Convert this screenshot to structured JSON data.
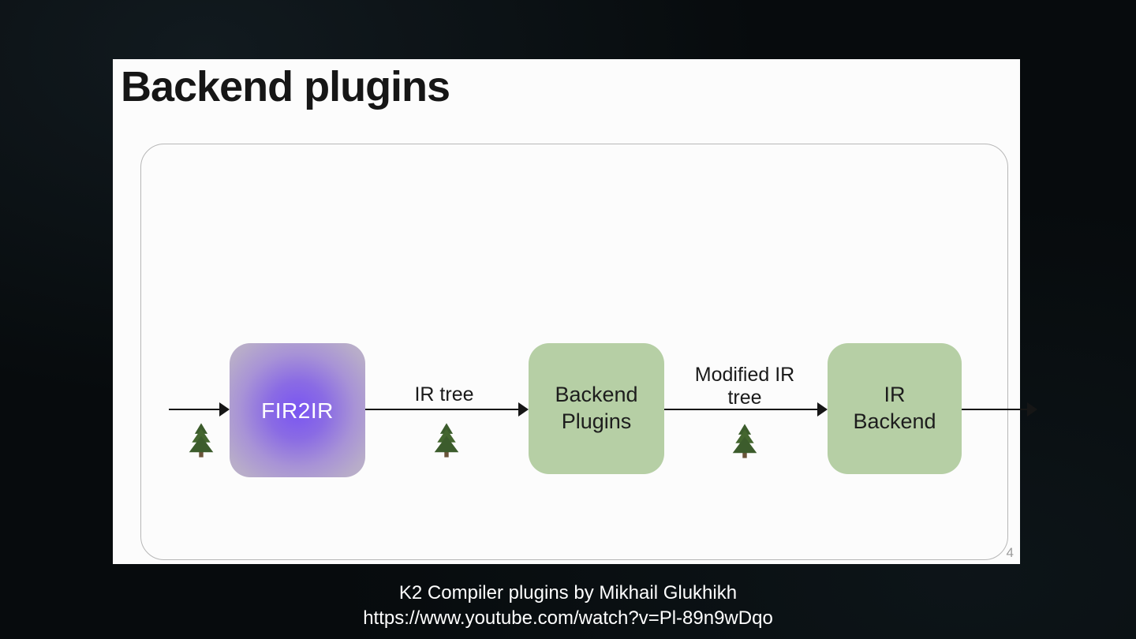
{
  "slide": {
    "title": "Backend plugins",
    "page_number": "4"
  },
  "diagram": {
    "nodes": [
      {
        "label": "FIR2IR",
        "shape": "rounded-rect",
        "fill_center": "#7a55f2",
        "fill_edge": "#bdb4c8",
        "text_color": "#ffffff"
      },
      {
        "label": "Backend Plugins",
        "shape": "rounded-rect",
        "fill": "#b6cfa5",
        "text_color": "#1d1d1d"
      },
      {
        "label": "IR Backend",
        "shape": "rounded-rect",
        "fill": "#b6cfa5",
        "text_color": "#1d1d1d"
      }
    ],
    "edge_labels": [
      "IR tree",
      "Modified IR tree"
    ],
    "icons": [
      "tree-icon",
      "tree-icon",
      "tree-icon"
    ],
    "arrow_color": "#161616"
  },
  "caption": {
    "line1": "K2 Compiler plugins by Mikhail Glukhikh",
    "line2": "https://www.youtube.com/watch?v=Pl-89n9wDqo"
  }
}
